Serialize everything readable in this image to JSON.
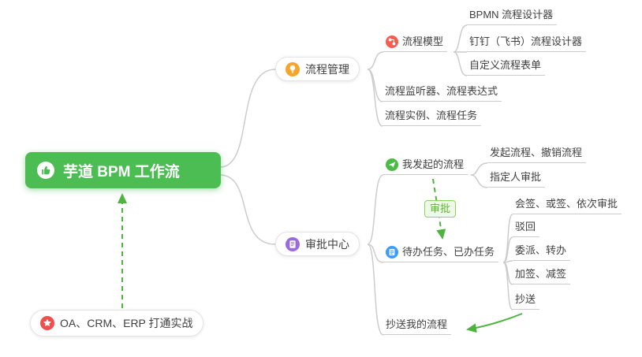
{
  "root": {
    "label": "芋道 BPM 工作流"
  },
  "bottom_card": {
    "label": "OA、CRM、ERP 打通实战"
  },
  "edge_label": {
    "text": "审批"
  },
  "process": {
    "label": "流程管理",
    "model_label": "流程模型",
    "model_children": [
      "BPMN 流程设计器",
      "钉钉（飞书）流程设计器",
      "自定义流程表单"
    ],
    "listener": "流程监听器、流程表达式",
    "instance": "流程实例、流程任务"
  },
  "approval": {
    "label": "审批中心",
    "my_processes": "我发起的流程",
    "my_processes_children": [
      "发起流程、撤销流程",
      "指定人审批"
    ],
    "tasks": "待办任务、已办任务",
    "tasks_children": [
      "会签、或签、依次审批",
      "驳回",
      "委派、转办",
      "加签、减签",
      "抄送"
    ],
    "cc": "抄送我的流程"
  },
  "colors": {
    "root_bg": "#4bbd53",
    "connector_gray": "#cccccc",
    "arrow_green": "#4eb33f",
    "icon_orange": "#f7a42c",
    "icon_purple": "#9b6ae0",
    "icon_red": "#fa5a50",
    "icon_green": "#49bd43",
    "icon_blue": "#3f9bfa",
    "icon_star_red": "#f0504d",
    "edge_label_green": "#5cb531"
  }
}
